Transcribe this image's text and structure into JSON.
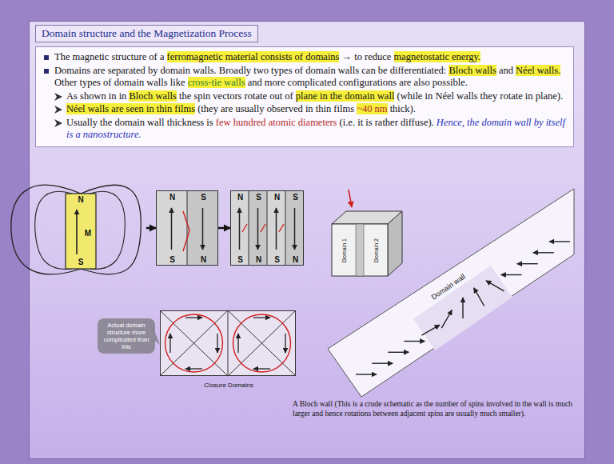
{
  "diagram": {
    "title": "Domain structure and the Magnetization Process",
    "nodes": [
      {
        "text": [
          "The magnetic structure of a ",
          "ferromagnetic material consists of domains",
          " → to reduce ",
          "magnetostatic energy.",
          "Domains are separated by domain walls. Broadly two types of domain walls can be differentiated: ",
          "Bloch walls",
          " and ",
          "Néel walls.",
          " Other types of domain walls like ",
          "cross-tie walls",
          " and more complicated configurations are also possible.",
          "As shown in in ",
          "Bloch walls",
          " the spin vectors rotate out of ",
          "plane in the domain wall",
          " (while in Néel walls they rotate in plane).",
          "Néel walls are seen in thin films",
          " (they are usually observed in thin films ",
          "~40 nm",
          " thick).",
          "Usually the domain wall thickness is ",
          "few hundred atomic diameters",
          " (i.e. it is rather diffuse). ",
          "Hence, the domain wall by itself is a nanostructure."
        ]
      },
      {
        "text": [
          "N",
          "M",
          "S"
        ]
      },
      {
        "text": [
          "N",
          "S",
          "S",
          "N"
        ]
      },
      {
        "text": [
          "N",
          "S",
          "N",
          "S",
          "S",
          "N",
          "S",
          "N"
        ]
      },
      {
        "text": [
          "Actual domain structure more complicated than this"
        ]
      },
      {
        "text": [
          "Closure Domains"
        ]
      },
      {
        "text": [
          "Domain 1",
          "Domain 2"
        ]
      },
      {
        "text": [
          "Domain wall"
        ]
      }
    ],
    "edges": [
      {
        "from": 1,
        "to": 2,
        "arrow": "to"
      },
      {
        "from": 2,
        "to": 3,
        "arrow": "to"
      }
    ],
    "labels": [
      "A Bloch wall (This is a crude schematic as the number of spins involved in the wall is much larger and hence rotations between adjacent spins are usually much smaller)."
    ]
  }
}
